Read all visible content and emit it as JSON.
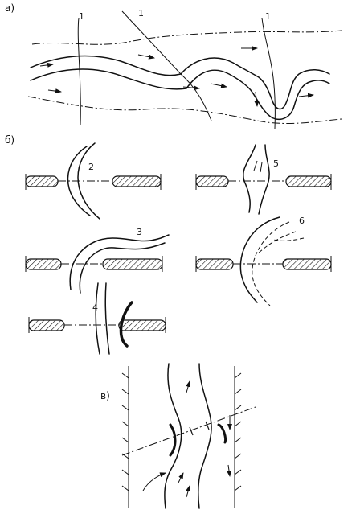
{
  "panels": {
    "a": {
      "label": "а)",
      "numbers": [
        "1",
        "1",
        "1"
      ]
    },
    "b": {
      "label": "б)",
      "numbers": [
        "2",
        "3",
        "4",
        "5",
        "6"
      ]
    },
    "c": {
      "label": "в)"
    }
  },
  "colors": {
    "ink": "#111111",
    "background": "#ffffff"
  }
}
